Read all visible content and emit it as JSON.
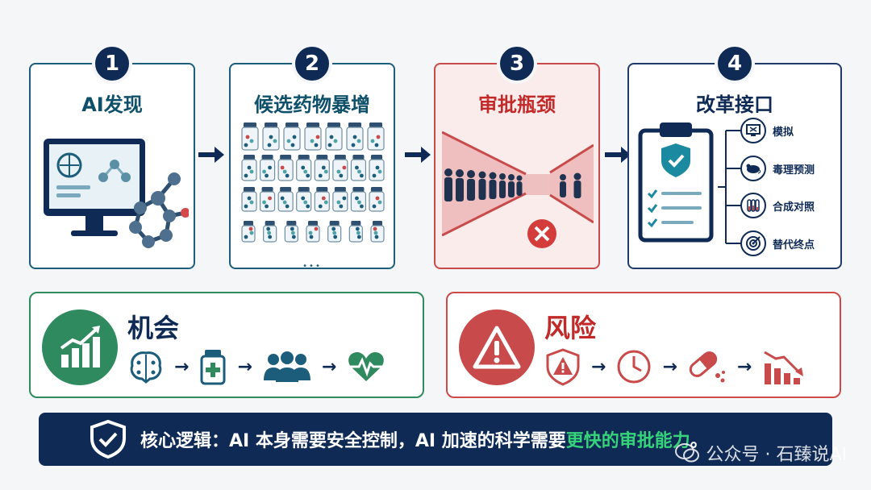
{
  "steps": [
    {
      "number": "1",
      "title": "AI发现"
    },
    {
      "number": "2",
      "title": "候选药物暴增"
    },
    {
      "number": "3",
      "title": "审批瓶颈"
    },
    {
      "number": "4",
      "title": "改革接口"
    }
  ],
  "reform_items": [
    {
      "label": "模拟",
      "icon": "simulation-screen-icon"
    },
    {
      "label": "毒理预测",
      "icon": "mouse-icon"
    },
    {
      "label": "合成对照",
      "icon": "test-tubes-icon"
    },
    {
      "label": "替代终点",
      "icon": "target-icon"
    }
  ],
  "opportunity": {
    "title": "机会",
    "icons": [
      "brain-icon",
      "medicine-bottle-icon",
      "people-group-icon",
      "heart-pulse-icon"
    ]
  },
  "risk": {
    "title": "风险",
    "icons": [
      "warning-shield-icon",
      "clock-icon",
      "broken-pill-icon",
      "declining-chart-icon"
    ]
  },
  "arrow_symbol": "→",
  "ellipsis": "•••",
  "bottom": {
    "text_main": "核心逻辑：AI 本身需要安全控制，AI 加速的科学需要",
    "text_highlight": "更快的审批能力",
    "text_end": "。"
  },
  "watermark": "公众号 · 石臻说AI",
  "colors": {
    "navy": "#0e2a55",
    "teal": "#1b5d7a",
    "green": "#2f8a5f",
    "red": "#c94a4a",
    "highlight": "#35d37a"
  }
}
